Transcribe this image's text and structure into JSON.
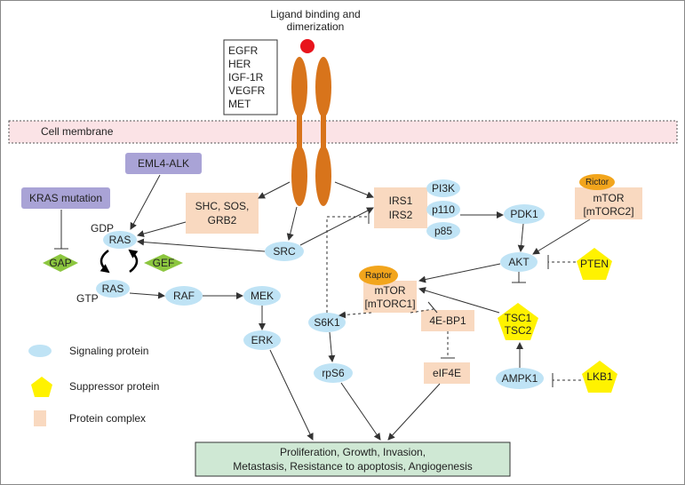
{
  "title": {
    "line1": "Ligand binding and",
    "line2": "dimerization"
  },
  "receptors": [
    "EGFR",
    "HER",
    "IGF-1R",
    "VEGFR",
    "MET"
  ],
  "membrane_label": "Cell membrane",
  "boxes": {
    "eml4_alk": "EML4-ALK",
    "kras_mutation": "KRAS mutation",
    "shc_line1": "SHC, SOS,",
    "shc_line2": "GRB2",
    "irs1": "IRS1",
    "irs2": "IRS2",
    "mtorc2_line1": "mTOR",
    "mtorc2_line2": "[mTORC2]",
    "mtorc1_line1": "mTOR",
    "mtorc1_line2": "[mTORC1]",
    "ebp1": "4E-BP1",
    "eif4e": "eIF4E",
    "output_line1": "Proliferation, Growth, Invasion,",
    "output_line2": "Metastasis, Resistance to apoptosis, Angiogenesis"
  },
  "nodes": {
    "gdp": "GDP",
    "gtp": "GTP",
    "ras_top": "RAS",
    "ras_bottom": "RAS",
    "gap": "GAP",
    "gef": "GEF",
    "raf": "RAF",
    "mek": "MEK",
    "erk": "ERK",
    "src": "SRC",
    "pi3k": "PI3K",
    "p110": "p110",
    "p85": "p85",
    "pdk1": "PDK1",
    "rictor": "Rictor",
    "raptor": "Raptor",
    "akt": "AKT",
    "pten": "PTEN",
    "s6k1": "S6K1",
    "rps6": "rpS6",
    "tsc1": "TSC1",
    "tsc2": "TSC2",
    "ampk1": "AMPK1",
    "lkb1": "LKB1"
  },
  "legend": {
    "signaling": "Signaling protein",
    "suppressor": "Suppressor protein",
    "complex": "Protein complex"
  },
  "colors": {
    "signaling": "#bfe3f5",
    "complex": "#f9d9c0",
    "suppressor": "#fff200",
    "receptor": "#d8741b",
    "ligand": "#e8141c",
    "membrane": "#fbe3e6",
    "output": "#cfe8d4"
  }
}
